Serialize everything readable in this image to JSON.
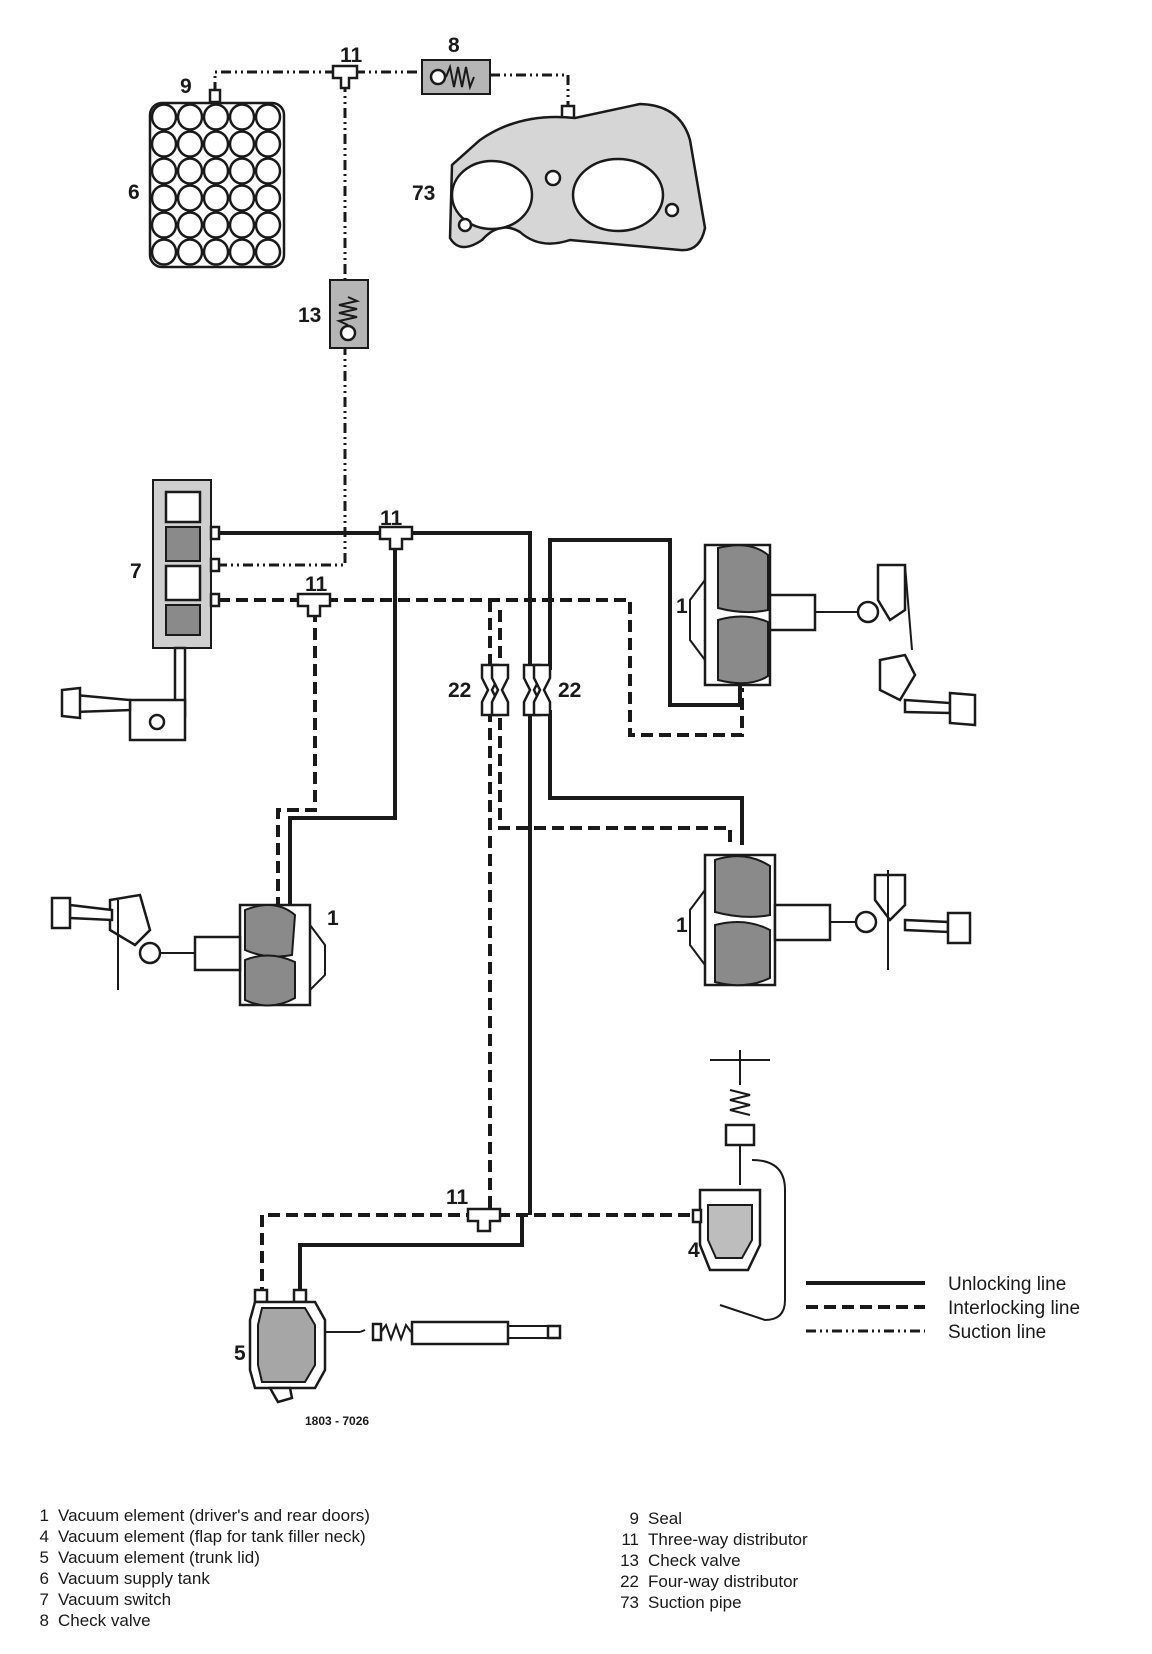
{
  "callouts": {
    "c11_top": "11",
    "c8": "8",
    "c9": "9",
    "c6": "6",
    "c73": "73",
    "c13": "13",
    "c11_mid": "11",
    "c7": "7",
    "c11_switch": "11",
    "c22_left": "22",
    "c22_right": "22",
    "c1_right_top": "1",
    "c1_left": "1",
    "c1_right_bottom": "1",
    "c11_bottom": "11",
    "c4": "4",
    "c5": "5"
  },
  "figure_code": "1803 - 7026",
  "legend": {
    "unlocking": "Unlocking line",
    "interlocking": "Interlocking line",
    "suction": "Suction line"
  },
  "key_left": [
    {
      "num": "1",
      "text": "Vacuum element (driver's and rear doors)"
    },
    {
      "num": "4",
      "text": "Vacuum element (flap for tank filler neck)"
    },
    {
      "num": "5",
      "text": "Vacuum element (trunk lid)"
    },
    {
      "num": "6",
      "text": "Vacuum supply tank"
    },
    {
      "num": "7",
      "text": "Vacuum switch"
    },
    {
      "num": "8",
      "text": "Check valve"
    }
  ],
  "key_right": [
    {
      "num": "9",
      "text": "Seal"
    },
    {
      "num": "11",
      "text": "Three-way distributor"
    },
    {
      "num": "13",
      "text": "Check valve"
    },
    {
      "num": "22",
      "text": "Four-way distributor"
    },
    {
      "num": "73",
      "text": "Suction pipe"
    }
  ]
}
